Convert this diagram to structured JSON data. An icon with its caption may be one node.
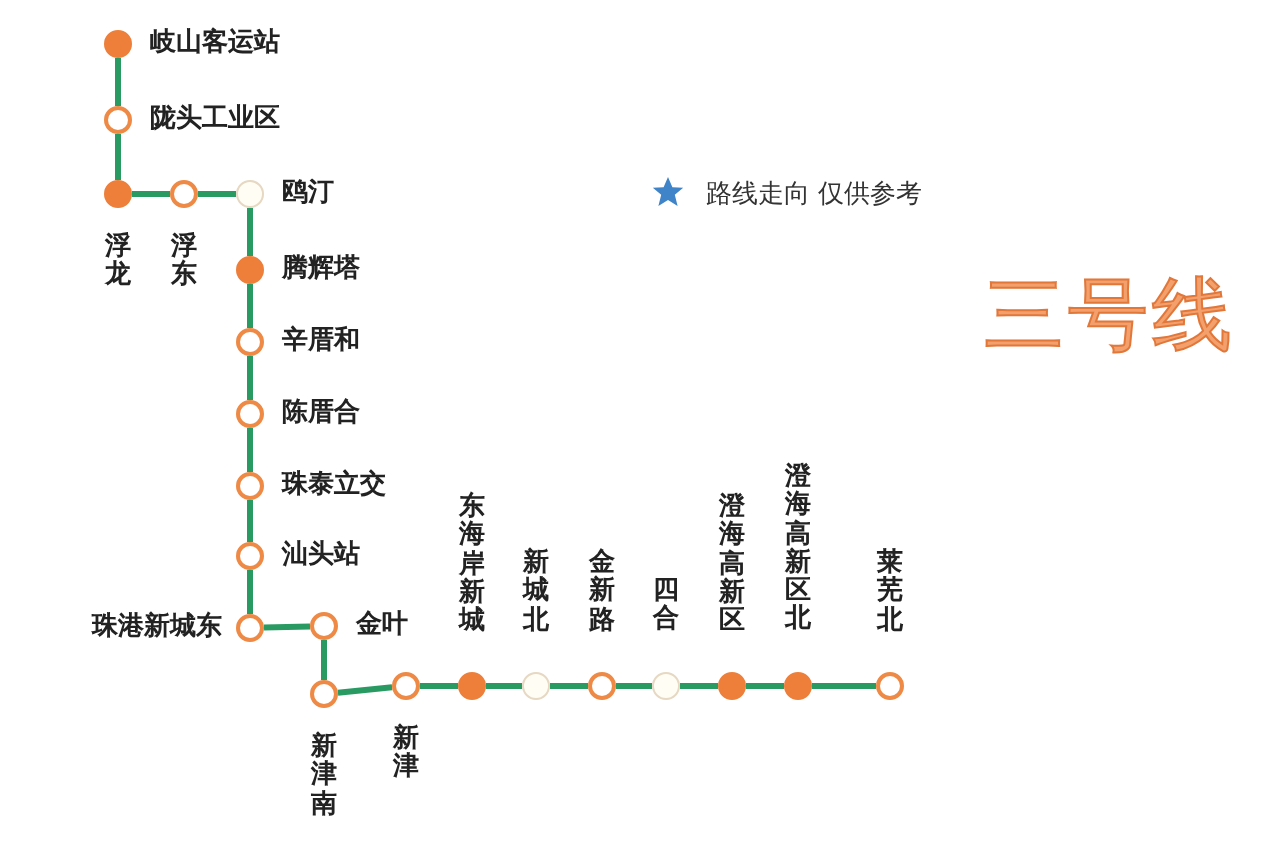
{
  "diagram": {
    "title": "三号线",
    "nodes": [
      {
        "text": [],
        "shape": "circle",
        "beside": [
          "岐山客运站"
        ]
      },
      {
        "text": [],
        "shape": "circle",
        "beside": [
          "陇头工业区"
        ]
      },
      {
        "text": [],
        "shape": "circle",
        "beside": [
          "浮龙"
        ]
      },
      {
        "text": [],
        "shape": "circle",
        "beside": [
          "浮东"
        ]
      },
      {
        "text": [],
        "shape": "circle",
        "beside": [
          "鸥汀"
        ]
      },
      {
        "text": [],
        "shape": "circle",
        "beside": [
          "腾辉塔"
        ]
      },
      {
        "text": [],
        "shape": "circle",
        "beside": [
          "辛厝和"
        ]
      },
      {
        "text": [],
        "shape": "circle",
        "beside": [
          "陈厝合"
        ]
      },
      {
        "text": [],
        "shape": "circle",
        "beside": [
          "珠泰立交"
        ]
      },
      {
        "text": [],
        "shape": "circle",
        "beside": [
          "汕头站"
        ]
      },
      {
        "text": [],
        "shape": "circle",
        "beside": [
          "珠港新城东"
        ]
      },
      {
        "text": [],
        "shape": "circle",
        "beside": [
          "金叶"
        ]
      },
      {
        "text": [],
        "shape": "circle",
        "beside": [
          "新津南"
        ]
      },
      {
        "text": [],
        "shape": "circle",
        "beside": [
          "新津"
        ]
      },
      {
        "text": [],
        "shape": "circle",
        "beside": [
          "东海岸新城"
        ]
      },
      {
        "text": [],
        "shape": "circle",
        "beside": [
          "新城北"
        ]
      },
      {
        "text": [],
        "shape": "circle",
        "beside": [
          "金新路"
        ]
      },
      {
        "text": [],
        "shape": "circle",
        "beside": [
          "四合"
        ]
      },
      {
        "text": [],
        "shape": "circle",
        "beside": [
          "澄海高新区"
        ]
      },
      {
        "text": [],
        "shape": "circle",
        "beside": [
          "澄海高新区北"
        ]
      },
      {
        "text": [],
        "shape": "circle",
        "beside": [
          "莱芜北"
        ]
      }
    ],
    "edges": [
      {
        "from": 0,
        "to": 1,
        "arrow": "none"
      },
      {
        "from": 1,
        "to": 2,
        "arrow": "none"
      },
      {
        "from": 2,
        "to": 3,
        "arrow": "none"
      },
      {
        "from": 3,
        "to": 4,
        "arrow": "none"
      },
      {
        "from": 4,
        "to": 5,
        "arrow": "none"
      },
      {
        "from": 5,
        "to": 6,
        "arrow": "none"
      },
      {
        "from": 6,
        "to": 7,
        "arrow": "none"
      },
      {
        "from": 7,
        "to": 8,
        "arrow": "none"
      },
      {
        "from": 8,
        "to": 9,
        "arrow": "none"
      },
      {
        "from": 9,
        "to": 10,
        "arrow": "none"
      },
      {
        "from": 10,
        "to": 11,
        "arrow": "none"
      },
      {
        "from": 11,
        "to": 12,
        "arrow": "none"
      },
      {
        "from": 12,
        "to": 13,
        "arrow": "none"
      },
      {
        "from": 13,
        "to": 14,
        "arrow": "none"
      },
      {
        "from": 14,
        "to": 15,
        "arrow": "none"
      },
      {
        "from": 15,
        "to": 16,
        "arrow": "none"
      },
      {
        "from": 16,
        "to": 17,
        "arrow": "none"
      },
      {
        "from": 17,
        "to": 18,
        "arrow": "none"
      },
      {
        "from": 18,
        "to": 19,
        "arrow": "none"
      },
      {
        "from": 19,
        "to": 20,
        "arrow": "none"
      }
    ],
    "legend": [
      {
        "text": "路线走向 仅供参考"
      }
    ]
  }
}
